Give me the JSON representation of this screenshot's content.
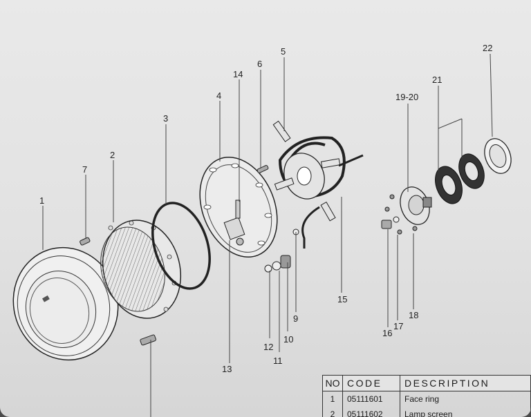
{
  "callouts": [
    "1",
    "2",
    "3",
    "4",
    "5",
    "6",
    "7",
    "9",
    "10",
    "11",
    "12",
    "13",
    "14",
    "15",
    "16",
    "17",
    "18",
    "19-20",
    "21",
    "22"
  ],
  "table": {
    "headers": [
      "NO",
      "CODE",
      "DESCRIPTION"
    ],
    "rows": [
      {
        "no": "1",
        "code": "05111601",
        "description": "Face ring"
      },
      {
        "no": "2",
        "code": "05111602",
        "description": "Lamp screen"
      }
    ]
  },
  "colors": {
    "paper": "#e6e6e6",
    "ink": "#222222"
  }
}
